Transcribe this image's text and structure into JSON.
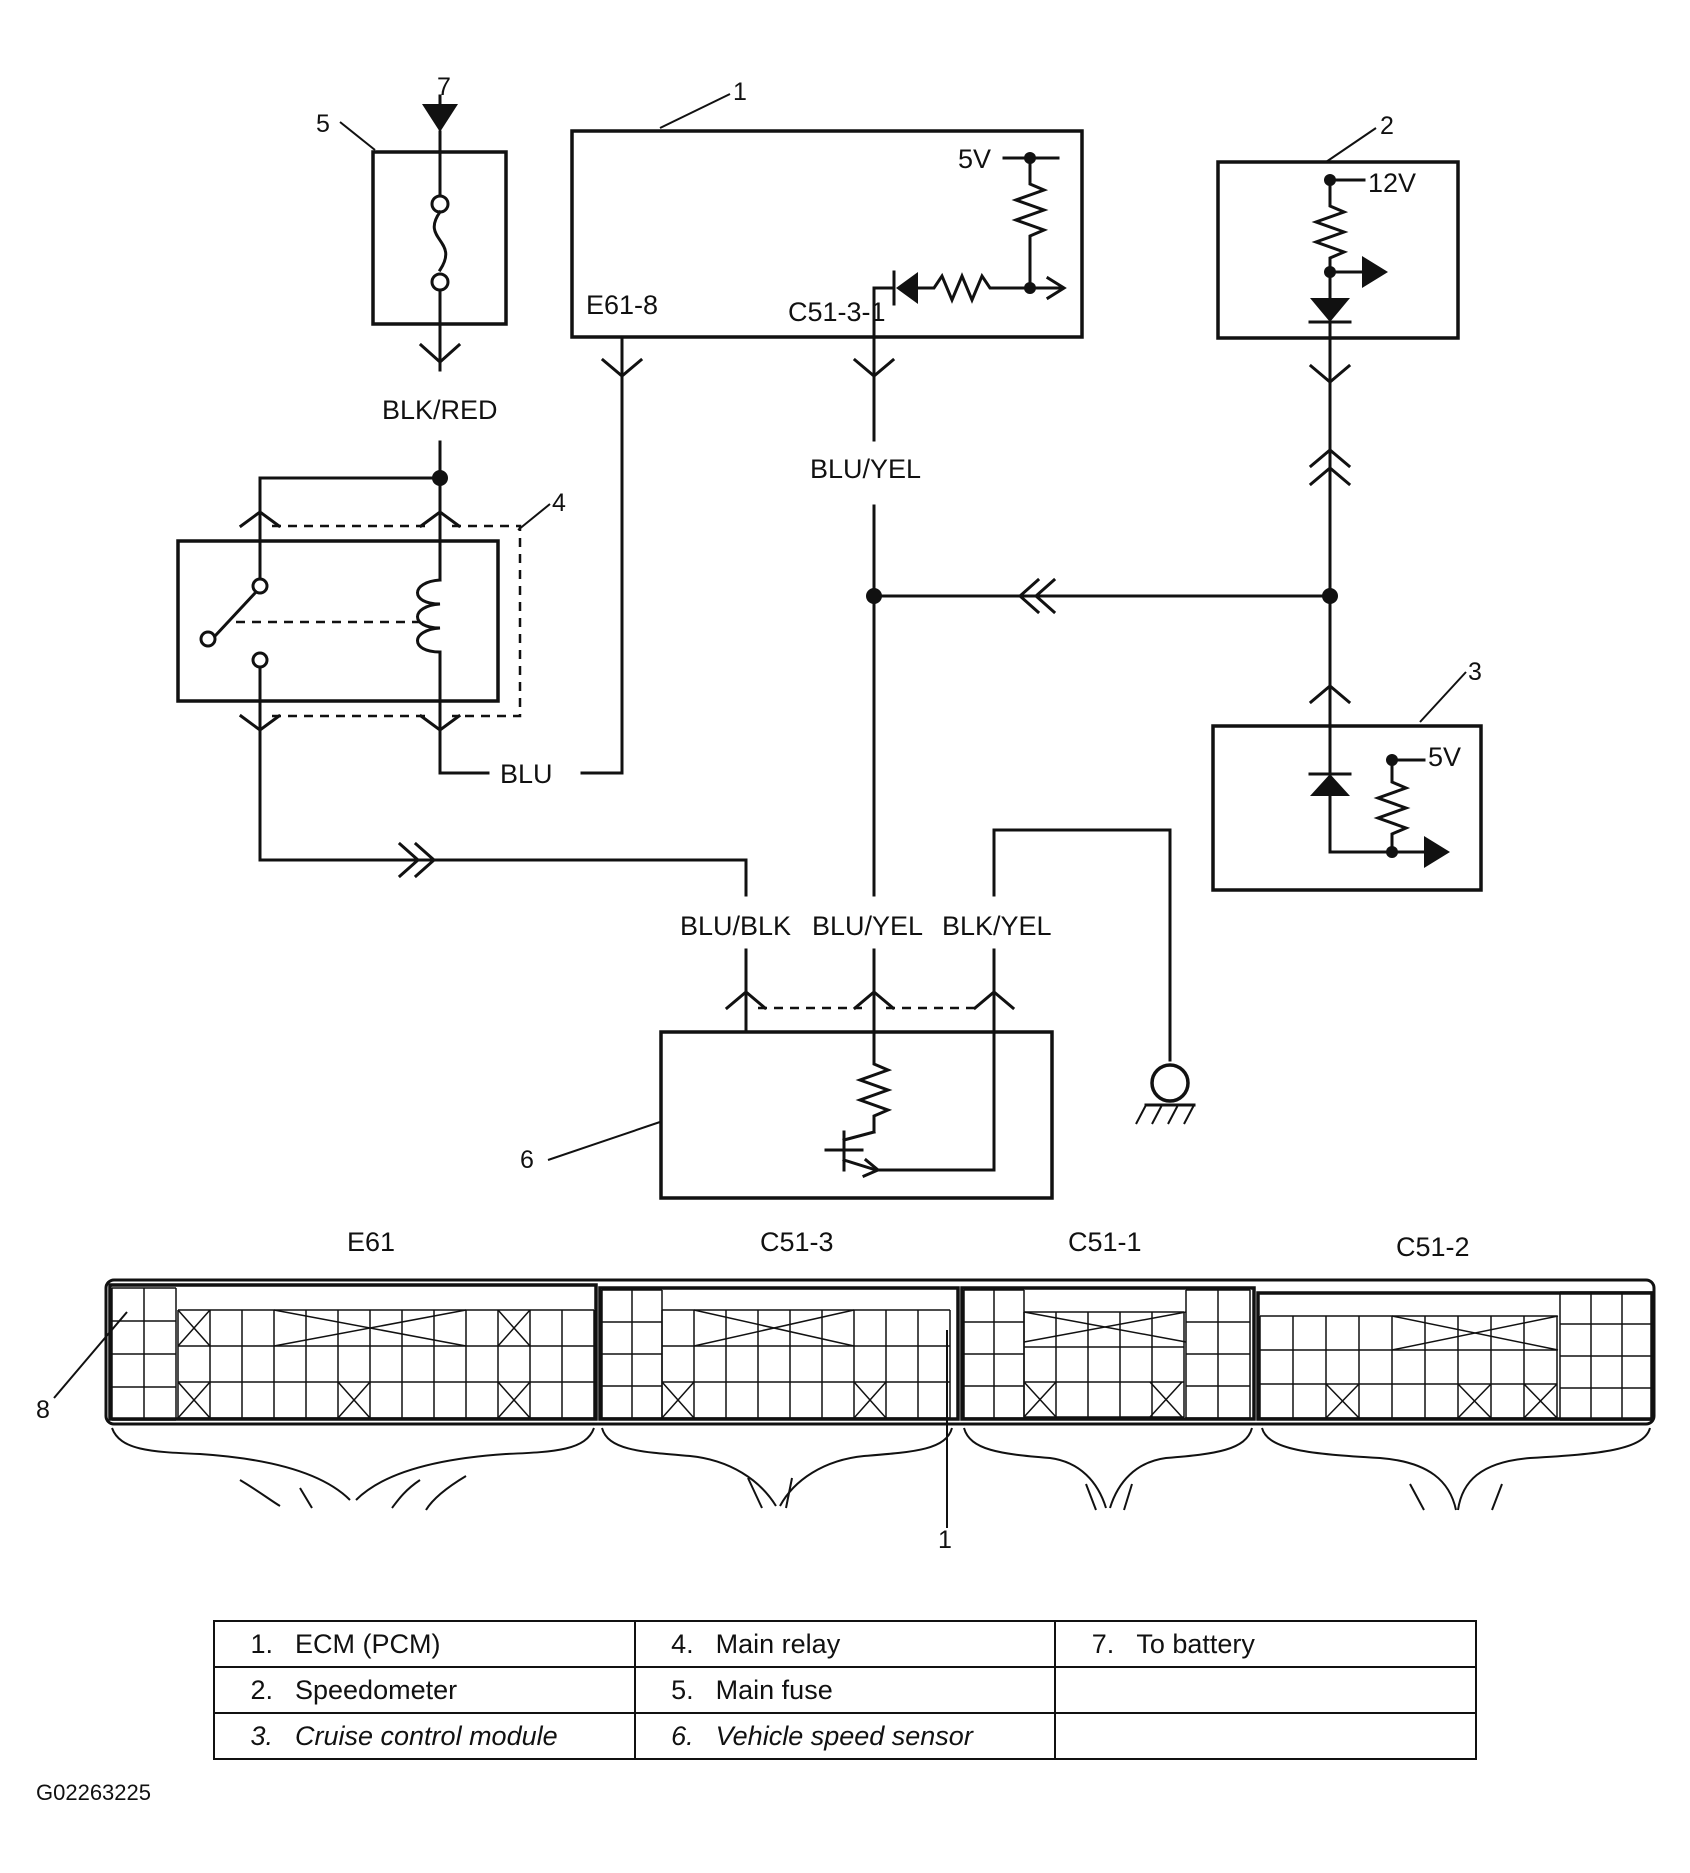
{
  "callouts": {
    "c1": "1",
    "c1b": "1",
    "c2": "2",
    "c3": "3",
    "c4": "4",
    "c5": "5",
    "c6": "6",
    "c7": "7",
    "c8": "8"
  },
  "ecm": {
    "pin_e61_8": "E61-8",
    "pin_c51_3_1": "C51-3-1",
    "supply": "5V"
  },
  "speedometer": {
    "supply": "12V"
  },
  "cruise_module": {
    "supply": "5V"
  },
  "wires": {
    "fuse_out": "BLK/RED",
    "ecm_signal": "BLU/YEL",
    "relay_coil": "BLU",
    "vss_power": "BLU/BLK",
    "vss_signal": "BLU/YEL",
    "vss_ground": "BLK/YEL"
  },
  "connectors": {
    "labels": [
      "E61",
      "C51-3",
      "C51-1",
      "C51-2"
    ]
  },
  "legend": {
    "rows": [
      [
        {
          "n": "1.",
          "t": "ECM (PCM)"
        },
        {
          "n": "4.",
          "t": "Main relay"
        },
        {
          "n": "7.",
          "t": "To battery"
        }
      ],
      [
        {
          "n": "2.",
          "t": "Speedometer"
        },
        {
          "n": "5.",
          "t": "Main fuse"
        },
        {
          "n": "",
          "t": ""
        }
      ],
      [
        {
          "n": "3.",
          "t": "Cruise control module"
        },
        {
          "n": "6.",
          "t": "Vehicle speed sensor"
        },
        {
          "n": "",
          "t": ""
        }
      ]
    ]
  },
  "figure_code": "G02263225"
}
